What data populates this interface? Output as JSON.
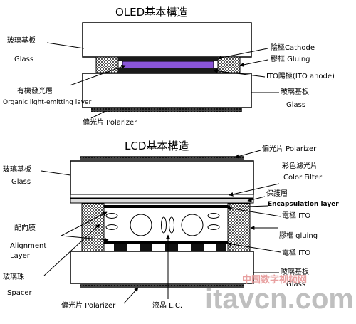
{
  "oled": {
    "title": "OLED基本構造",
    "glass_top_zh": "玻璃基板",
    "glass_top_en": "Glass",
    "cathode": "陰極Cathode",
    "gluing": "膠框  Gluing",
    "ito_anode": "ITO陽極(ITO anode)",
    "organic_zh": "有機發光層",
    "organic_en": "Organic light-emitting layer",
    "glass_bottom_zh": "玻璃基板",
    "glass_bottom_en": "Glass",
    "polarizer": "偏光片 Polarizer"
  },
  "lcd": {
    "title": "LCD基本構造",
    "polarizer_top": "偏光片 Polarizer",
    "glass_top_zh": "玻璃基板",
    "glass_top_en": "Glass",
    "color_filter_zh": "彩色濾光片",
    "color_filter_en": "Color Filter",
    "protect": "保護層",
    "encapsulation": "Encapsulation layer",
    "electrode_top": "電極 ITO",
    "alignment_zh": "配向膜",
    "alignment_en_1": "Alignment",
    "alignment_en_2": "Layer",
    "gluing": "膠框  gluing",
    "electrode_bottom": "電極 ITO",
    "spacer_zh": "玻璃珠",
    "spacer_en": "Spacer",
    "glass_bottom_zh": "玻璃基板",
    "glass_bottom_en": "Glass",
    "polarizer_bottom": "偏光片 Polarizer",
    "lc": "液晶  L.C."
  },
  "watermark": {
    "cn": "中国数字视频网",
    "en": "itavcn.com"
  },
  "colors": {
    "organic_layer": "#8a55d8",
    "cathode_layer": "#1a1a1a",
    "watermark": "#bfbfbf",
    "watermark_red": "#e8a0a0"
  }
}
